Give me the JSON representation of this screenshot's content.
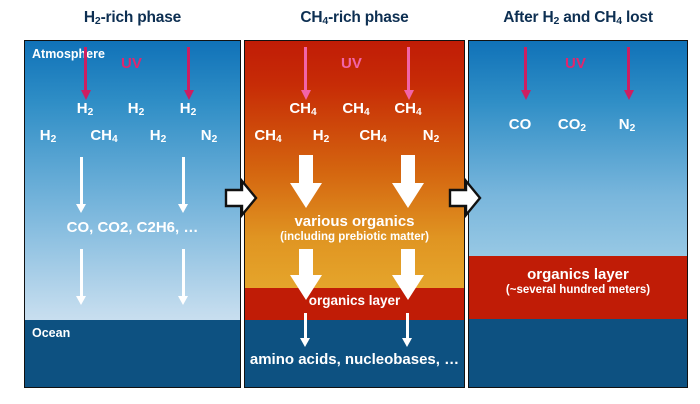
{
  "figure": {
    "type": "diagram",
    "description": "Three-stage schematic of early Earth atmosphere evolution from H2-rich to CH4-rich to post-loss state"
  },
  "panels": [
    {
      "id": "h2-rich",
      "title_parts": {
        "pre": "H",
        "sub": "2",
        "post": "-rich phase"
      },
      "title_plain": "H2-rich phase",
      "atmosphere_label": "Atmosphere",
      "ocean_label": "Ocean",
      "uv_label": "UV",
      "molecules_row1": [
        "H2",
        "H2",
        "H2"
      ],
      "molecules_row2": [
        "H2",
        "CH4",
        "H2",
        "N2"
      ],
      "products": "CO, CO2, C2H6, …"
    },
    {
      "id": "ch4-rich",
      "title_parts": {
        "pre": "CH",
        "sub": "4",
        "post": "-rich phase"
      },
      "title_plain": "CH4-rich phase",
      "uv_label": "UV",
      "molecules_row1": [
        "CH4",
        "CH4",
        "CH4"
      ],
      "molecules_row2": [
        "CH4",
        "H2",
        "CH4",
        "N2"
      ],
      "organics_main": "various organics",
      "organics_sub": "(including prebiotic matter)",
      "organics_layer_label": "organics layer",
      "ocean_products": "amino acids, nucleobases, …"
    },
    {
      "id": "after-loss",
      "title_parts": {
        "pre": "After H",
        "sub": "2",
        "post": " and CH",
        "sub2": "4",
        "post2": " lost"
      },
      "title_plain": "After H2 and CH4 lost",
      "uv_label": "UV",
      "molecules_row1": [
        "CO",
        "CO2",
        "N2"
      ],
      "organics_layer_label": "organics layer",
      "organics_layer_sub": "(~several hundred meters)"
    }
  ],
  "connectors": [
    {
      "name": "arrow-panel1-to-panel2"
    },
    {
      "name": "arrow-panel2-to-panel3"
    }
  ],
  "colors": {
    "title_text": "#0d2f52",
    "uv_magenta": "#cc1f61",
    "uv_pink": "#f264a8",
    "atmosphere_blue_top": "#1072b8",
    "atmosphere_blue_bottom": "#c3dcee",
    "atmosphere_red_top": "#c01c06",
    "atmosphere_orange_bottom": "#e5a52b",
    "organics_red": "#c01c06",
    "ocean_blue": "#0d5181",
    "label_white": "#ffffff"
  }
}
